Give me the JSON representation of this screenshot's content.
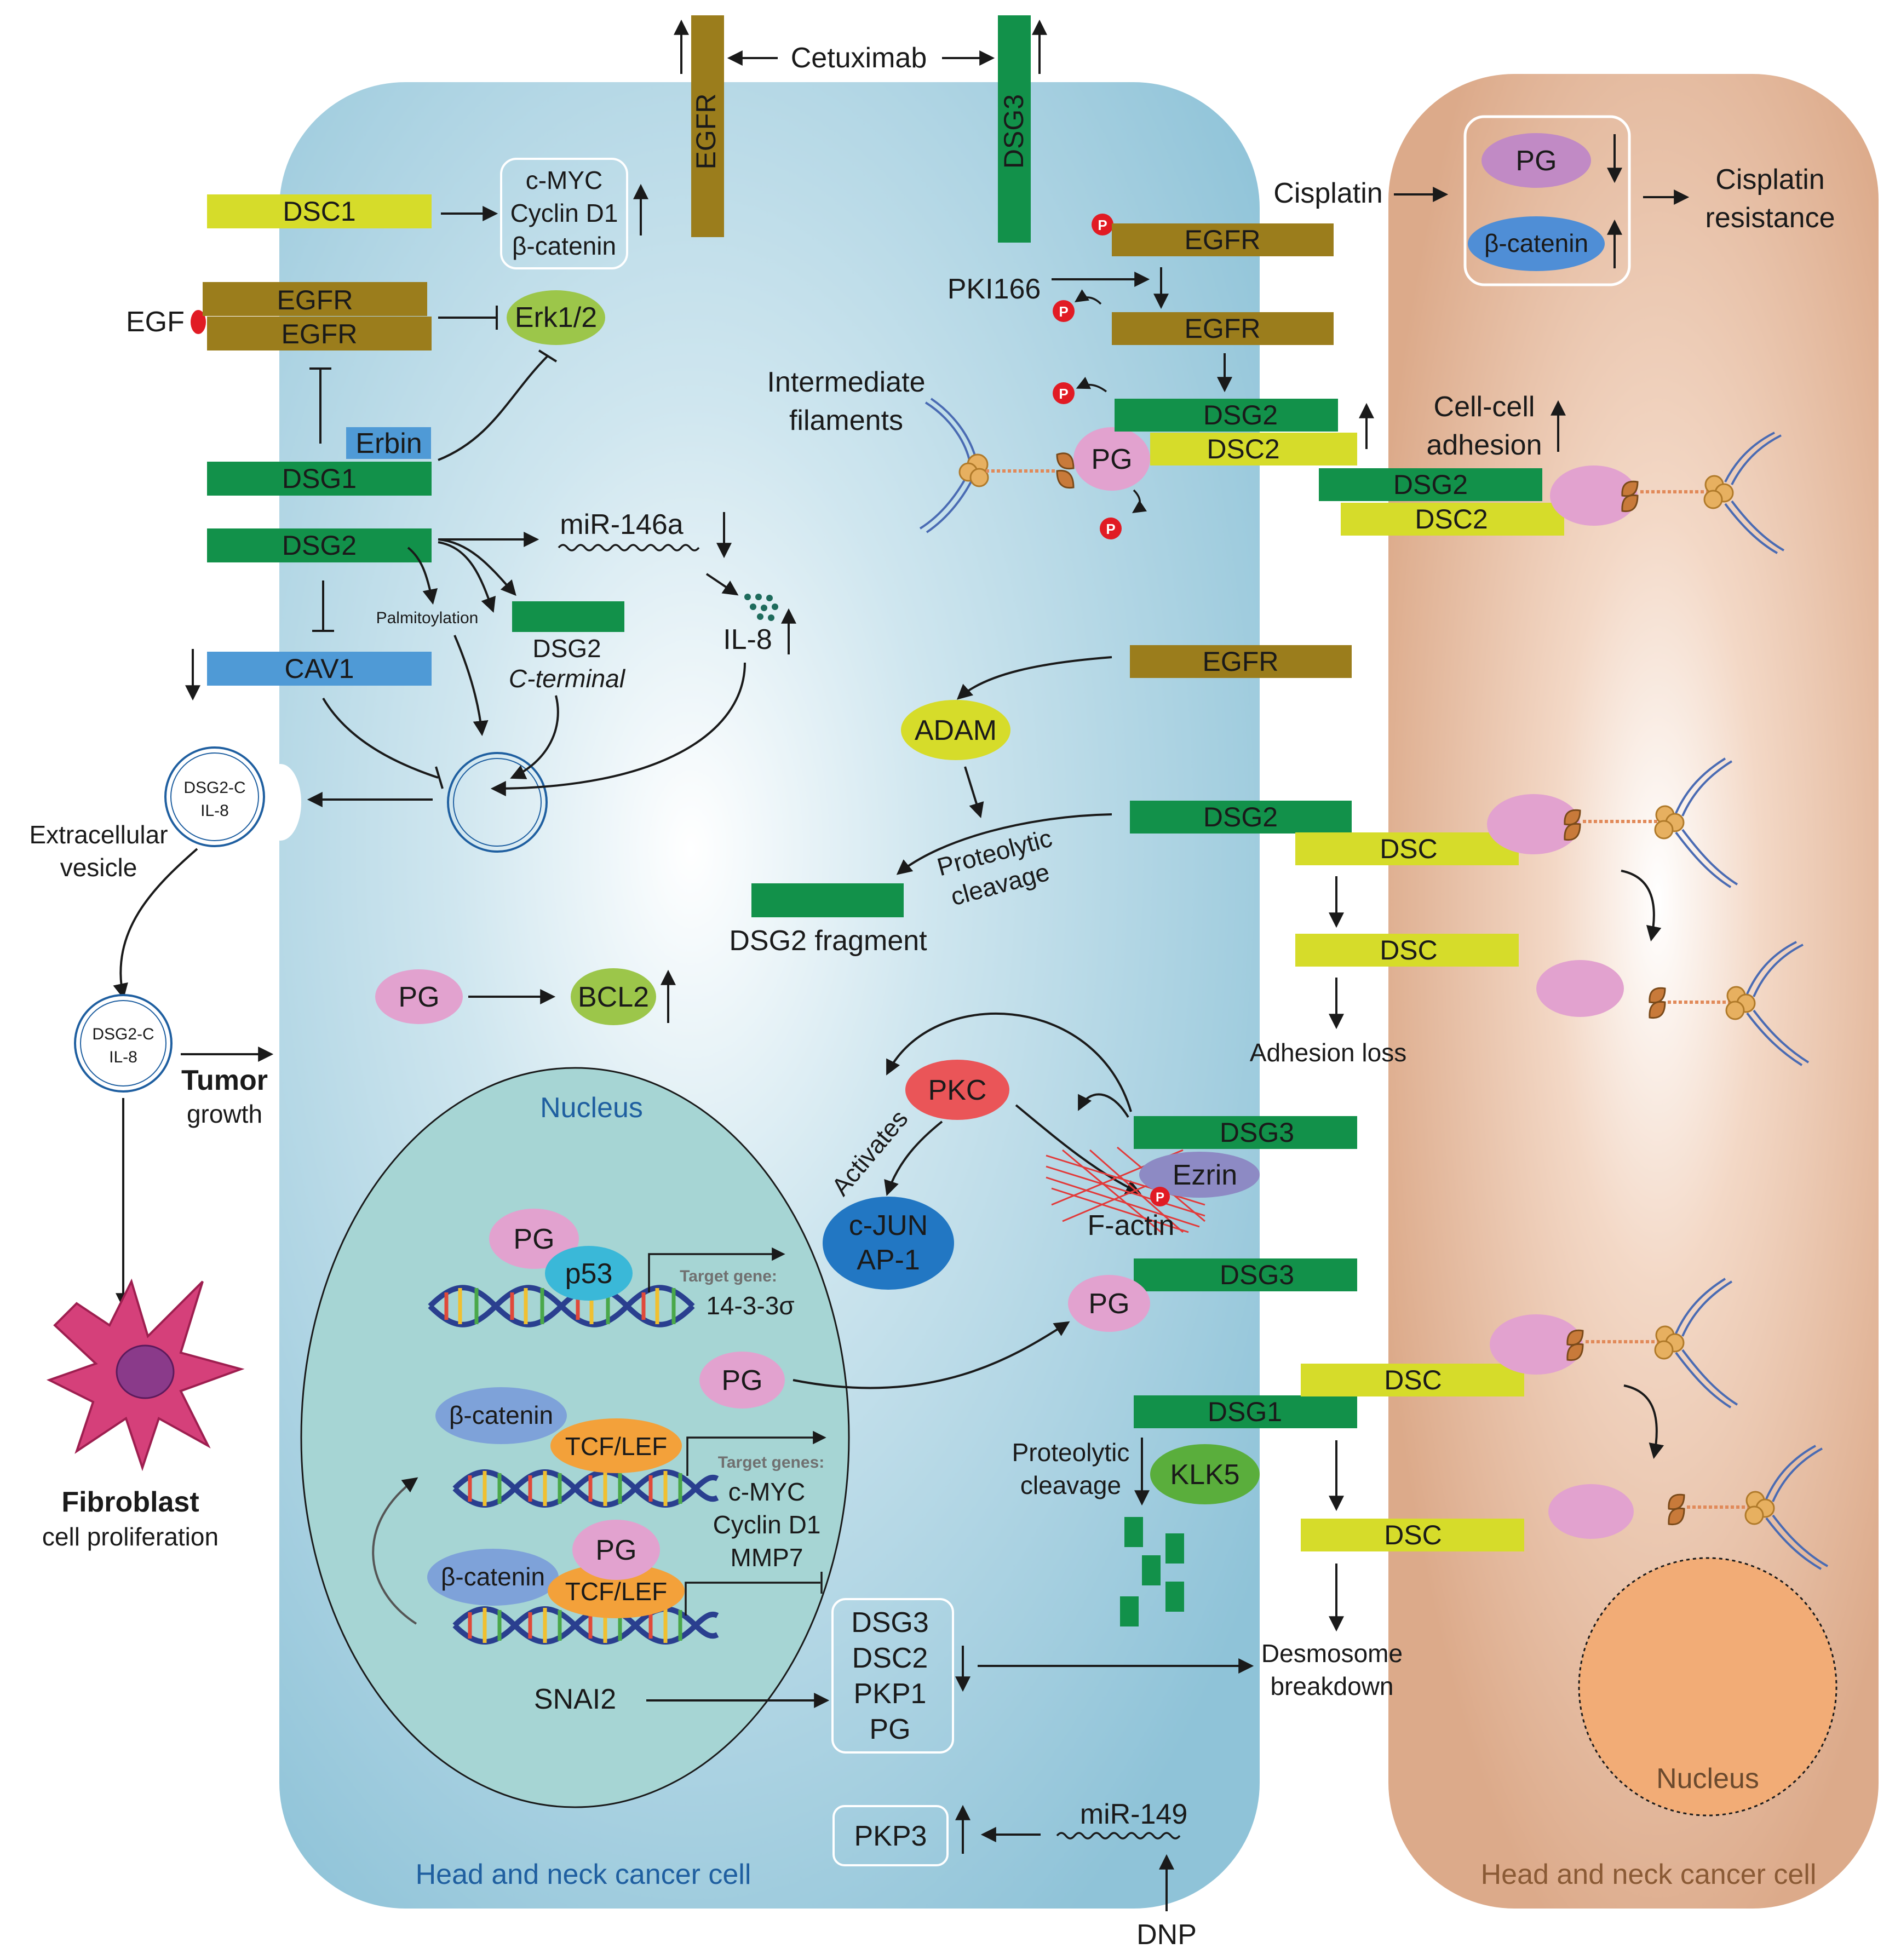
{
  "colors": {
    "egfr": "#9b7d1c",
    "dsg": "#12914a",
    "dsc": "#d6dc2a",
    "blue_bar": "#4f9ad6",
    "pg": "#e2a2cf",
    "bcatenin": "#7ea2d9",
    "tcf": "#f3a13a",
    "erk": "#9cc64a",
    "pkc": "#ea5558",
    "cjun": "#2277c3",
    "ezrin": "#8d8ac4",
    "klk5": "#5aae3c",
    "left_cell": "#9bcbdc",
    "right_cell": "#e4b495",
    "nucleus_left": "#a6d5d4",
    "nucleus_right": "#f2ac76",
    "fibroblast": "#d5407a",
    "phospho": "#e11b24"
  },
  "top": {
    "cetuximab": "Cetuximab",
    "egfr_vertical": "EGFR",
    "dsg3_vertical": "DSG3"
  },
  "left_panel": {
    "dsc1": "DSC1",
    "targets_box": [
      "c-MYC",
      "Cyclin D1",
      "β-catenin"
    ],
    "egf": "EGF",
    "egfr_a": "EGFR",
    "egfr_b": "EGFR",
    "erk": "Erk1/2",
    "erbin": "Erbin",
    "dsg1": "DSG1",
    "dsg2": "DSG2",
    "mir146a": "miR-146a",
    "palmitoylation": "Palmitoylation",
    "dsg2_c_1": "DSG2",
    "dsg2_c_2": "C-terminal",
    "il8": "IL-8",
    "cav1": "CAV1",
    "ev_label_1": "DSG2-C",
    "ev_label_2": "IL-8",
    "extracellular_1": "Extracellular",
    "extracellular_2": "vesicle",
    "ev2_label_1": "DSG2-C",
    "ev2_label_2": "IL-8",
    "tumor": "Tumor",
    "growth": "growth",
    "fibroblast": "Fibroblast",
    "cell_proliferation": "cell proliferation"
  },
  "middle_panel": {
    "cisplatin": "Cisplatin",
    "p_egfr": "EGFR",
    "pki166": "PKI166",
    "egfr2": "EGFR",
    "intermediate_1": "Intermediate",
    "intermediate_2": "filaments",
    "dsg2": "DSG2",
    "dsc2": "DSC2",
    "pg": "PG",
    "egfr3": "EGFR",
    "adam": "ADAM",
    "dsg2_b": "DSG2",
    "proteolytic_1": "Proteolytic",
    "proteolytic_2": "cleavage",
    "dsg2_fragment": "DSG2 fragment",
    "pg_bcl2": "PG",
    "bcl2": "BCL2",
    "pkc": "PKC",
    "activates": "Activates",
    "cjun_1": "c-JUN",
    "cjun_2": "AP-1",
    "dsg3_a": "DSG3",
    "ezrin": "Ezrin",
    "factin": "F-actin",
    "dsg3_b": "DSG3",
    "pg_dsg3": "PG",
    "pg_nuc_out": "PG",
    "dsg1": "DSG1",
    "proteolytic_b_1": "Proteolytic",
    "proteolytic_b_2": "cleavage",
    "klk5": "KLK5",
    "down_box": [
      "DSG3",
      "DSC2",
      "PKP1",
      "PG"
    ],
    "snai2": "SNAI2",
    "pkp3": "PKP3",
    "mir149": "miR-149",
    "dnp": "DNP",
    "left_cell_label": "Head and neck cancer cell"
  },
  "nucleus": {
    "label": "Nucleus",
    "pg_p53": "PG",
    "p53": "p53",
    "target_gene": "Target gene:",
    "gene_1433": "14-3-3σ",
    "bcat_1": "β-catenin",
    "tcf_1": "TCF/LEF",
    "target_genes": "Target genes:",
    "tg_list": [
      "c-MYC",
      "Cyclin D1",
      "MMP7"
    ],
    "bcat_2": "β-catenin",
    "pg_2": "PG",
    "tcf_2": "TCF/LEF"
  },
  "right_panel": {
    "box_pg": "PG",
    "box_bcat": "β-catenin",
    "cisplatin_res_1": "Cisplatin",
    "cisplatin_res_2": "resistance",
    "cellcell_1": "Cell-cell",
    "cellcell_2": "adhesion",
    "dsg2": "DSG2",
    "dsc2": "DSC2",
    "dsc_a": "DSC",
    "dsc_b": "DSC",
    "adhesion_loss": "Adhesion loss",
    "dsc_c": "DSC",
    "dsc_d": "DSC",
    "desmosome_1": "Desmosome",
    "desmosome_2": "breakdown",
    "nucleus": "Nucleus",
    "right_cell_label": "Head and neck cancer cell",
    "p_badge": "P"
  }
}
